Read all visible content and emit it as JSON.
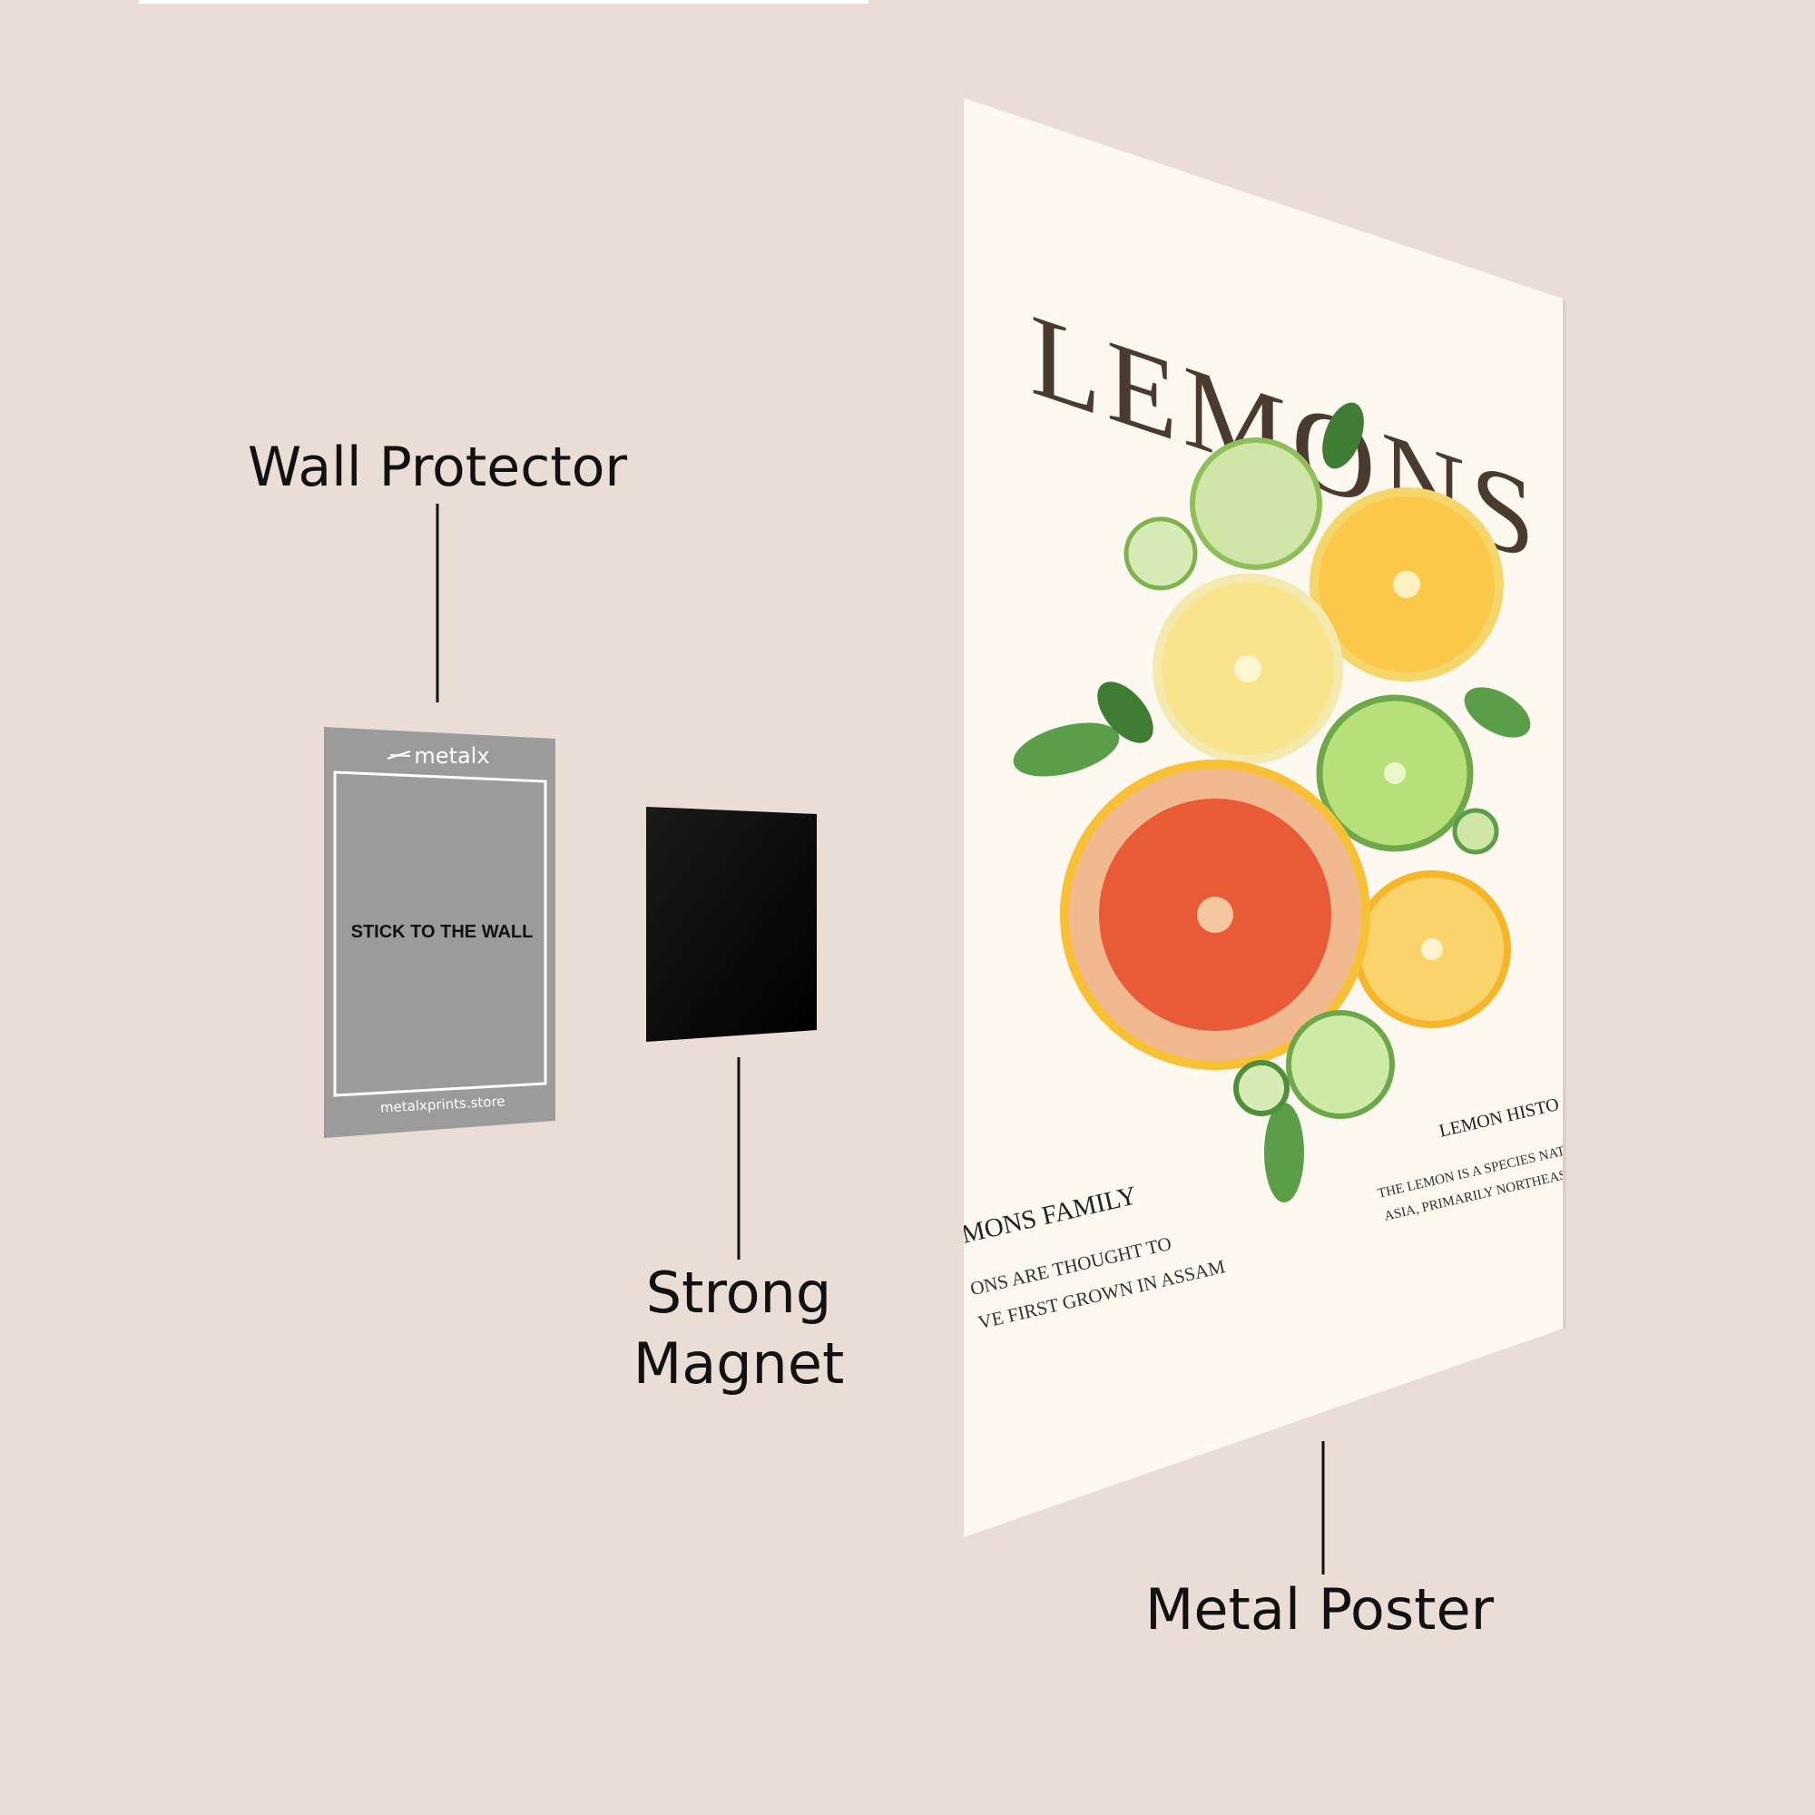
{
  "labels": {
    "wall_protector": "Wall Protector",
    "strong_magnet_line1": "Strong",
    "strong_magnet_line2": "Magnet",
    "metal_poster": "Metal Poster"
  },
  "wall_protector_card": {
    "brand": "metalx",
    "instruction": "STICK TO THE WALL",
    "website": "metalxprints.store",
    "color": "#9b9b9b"
  },
  "magnet": {
    "color": "#050505"
  },
  "poster": {
    "title": "LEMONS",
    "left_heading": "MONS FAMILY",
    "left_text_line1": "ONS ARE THOUGHT TO",
    "left_text_line2": "VE FIRST GROWN IN ASSAM",
    "right_heading": "LEMON HISTO",
    "right_text_line1": "THE LEMON IS A SPECIES NATI",
    "right_text_line2": "ASIA, PRIMARILY NORTHEAST",
    "background": "#fdf8f0",
    "title_color": "#4a3a30"
  },
  "colors": {
    "background": "#e9ddd5"
  }
}
